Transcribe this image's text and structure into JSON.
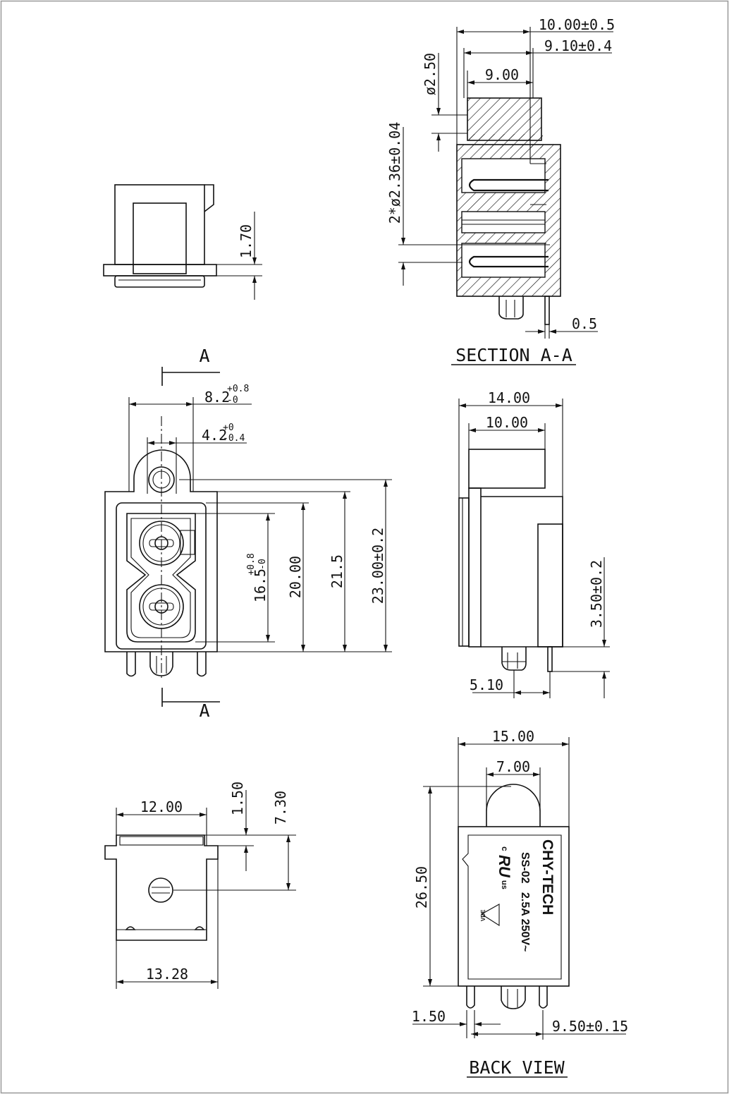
{
  "views": {
    "section_title": "SECTION A-A",
    "back_title": "BACK VIEW",
    "section_mark": "A"
  },
  "dims": {
    "d_10_00": "10.00±0.5",
    "d_9_10": "9.10±0.4",
    "d_9_00": "9.00",
    "d_phi_2_50": "ø2.50",
    "d_2phi": "2*ø2.36±0.04",
    "d_0_5": "0.5",
    "d_1_70": "1.70",
    "d_8_2": {
      "base": "8.2",
      "upper": "+0.8",
      "lower": "-0"
    },
    "d_4_2": {
      "base": "4.2",
      "upper": "+0",
      "lower": "-0.4"
    },
    "d_16_5": {
      "base": "16.5",
      "upper": "+0.8",
      "lower": "-0"
    },
    "d_20_00": "20.00",
    "d_21_5": "21.5",
    "d_23_00": "23.00±0.2",
    "d_14_00": "14.00",
    "d_10_00b": "10.00",
    "d_3_50": "3.50±0.2",
    "d_5_10": "5.10",
    "d_12_00": "12.00",
    "d_1_50a": "1.50",
    "d_7_30": "7.30",
    "d_13_28": "13.28",
    "d_15_00": "15.00",
    "d_7_00": "7.00",
    "d_26_50": "26.50",
    "d_1_50b": "1.50",
    "d_9_50": "9.50±0.15"
  },
  "label": {
    "brand": "CHY-TECH",
    "model": "SS-02",
    "rating": "2.5A 250V~",
    "cert_c": "c",
    "cert_ru": "RU",
    "cert_us": "us",
    "vde": "VDE"
  }
}
